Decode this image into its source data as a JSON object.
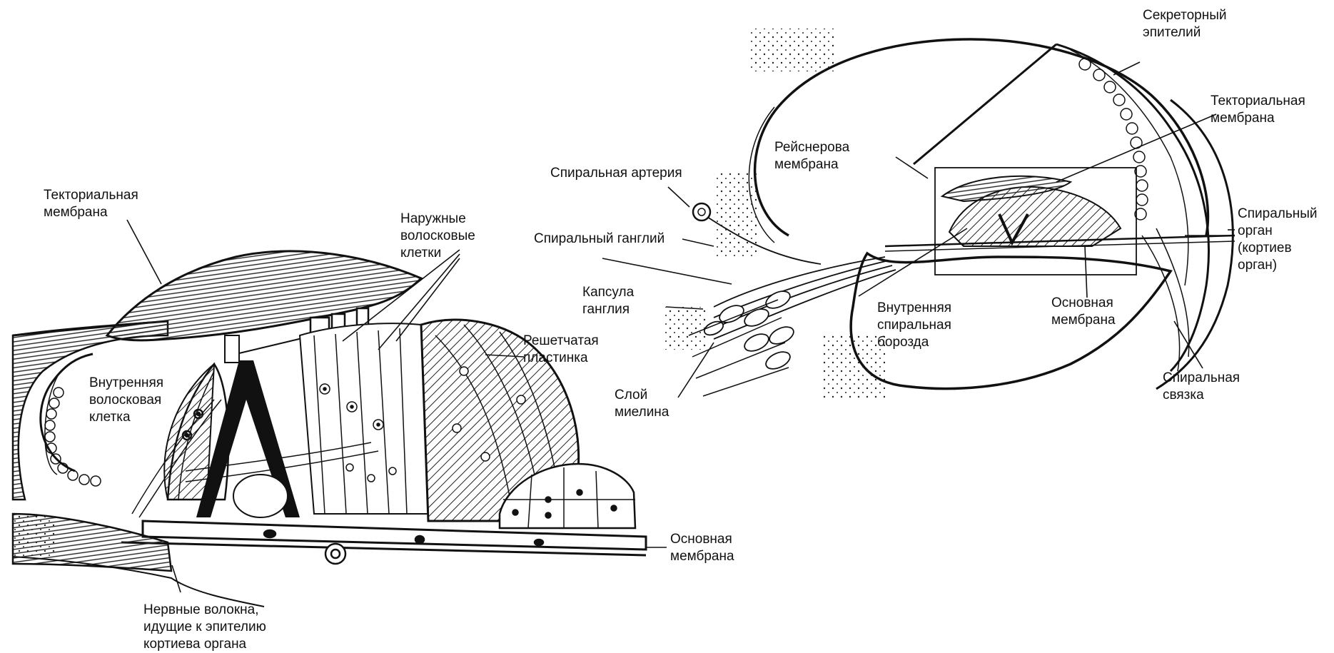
{
  "colors": {
    "ink": "#111111",
    "paper": "#ffffff",
    "hatch": "#222222"
  },
  "left_diagram": {
    "labels": {
      "tectorial_membrane": "Текториальная\nмембрана",
      "outer_hair_cells": "Наружные\nволосковые\nклетки",
      "inner_hair_cell": "Внутренняя\nволосковая\nклетка",
      "reticular_lamina": "Решетчатая\nпластинка",
      "basilar_membrane": "Основная\nмембрана",
      "nerve_fibers": "Нервные волокна,\nидущие к эпителию\nкортиева органа"
    }
  },
  "right_diagram": {
    "labels": {
      "secretory_epithelium": "Секреторный\nэпителий",
      "tectorial_membrane": "Текториальная\nмембрана",
      "reissner_membrane": "Рейснерова\nмембрана",
      "spiral_artery": "Спиральная артерия",
      "spiral_ganglion": "Спиральный ганглий",
      "ganglion_capsule": "Капсула\nганглия",
      "myelin_layer": "Слой\nмиелина",
      "inner_spiral_sulcus": "Внутренняя\nспиральная\nборозда",
      "basilar_membrane": "Основная\nмембрана",
      "spiral_organ": "Спиральный\nорган\n(кортиев\nорган)",
      "spiral_ligament": "Спиральная\nсвязка"
    }
  }
}
